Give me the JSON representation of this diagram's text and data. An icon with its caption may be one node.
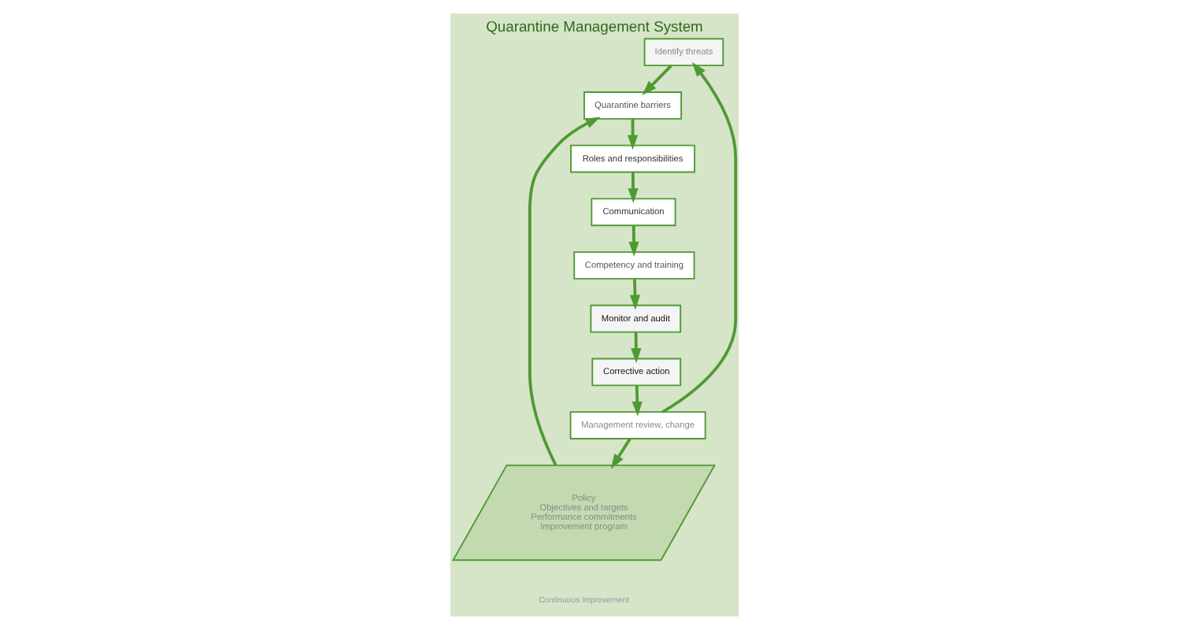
{
  "diagram": {
    "title": "Quarantine Management System",
    "nodes": [
      {
        "text": [
          "Identify threats"
        ]
      },
      {
        "text": [
          "Quarantine barriers"
        ]
      },
      {
        "text": [
          "Roles and responsibilities"
        ]
      },
      {
        "text": [
          "Communication"
        ]
      },
      {
        "text": [
          "Competency and training"
        ]
      },
      {
        "text": [
          "Monitor and audit"
        ]
      },
      {
        "text": [
          "Corrective action"
        ]
      },
      {
        "text": [
          "Management review, change"
        ]
      },
      {
        "text": [
          "Policy",
          "Objectives and targets",
          "Performance commitments",
          "Improvement program"
        ]
      }
    ],
    "edges": [
      {
        "from": 7,
        "to": 0,
        "arrow": "to"
      },
      {
        "from": 0,
        "to": 1,
        "arrow": "to"
      },
      {
        "from": 1,
        "to": 2,
        "arrow": "to"
      },
      {
        "from": 2,
        "to": 3,
        "arrow": "to"
      },
      {
        "from": 3,
        "to": 4,
        "arrow": "to"
      },
      {
        "from": 4,
        "to": 5,
        "arrow": "to"
      },
      {
        "from": 5,
        "to": 6,
        "arrow": "to"
      },
      {
        "from": 6,
        "to": 7,
        "arrow": "to"
      },
      {
        "from": 7,
        "to": 8,
        "arrow": "to"
      },
      {
        "from": 8,
        "to": 1,
        "arrow": "to"
      }
    ],
    "labels": [
      "Continuous improvement"
    ]
  }
}
